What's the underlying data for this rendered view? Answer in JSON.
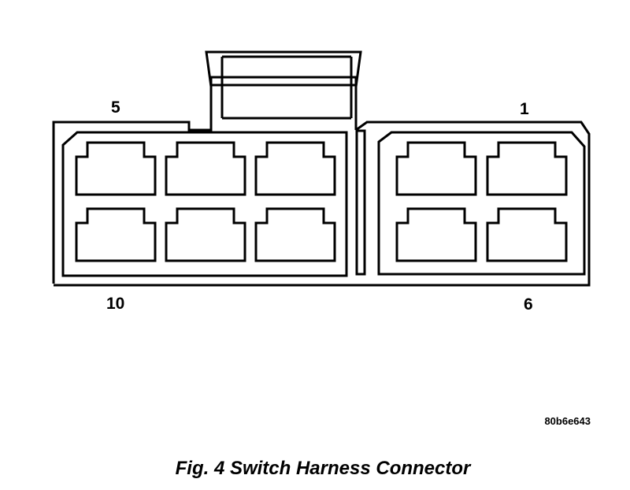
{
  "pin_labels": {
    "top_left": "5",
    "top_right": "1",
    "bottom_left": "10",
    "bottom_right": "6"
  },
  "code": "80b6e643",
  "caption": "Fig. 4 Switch Harness Connector"
}
